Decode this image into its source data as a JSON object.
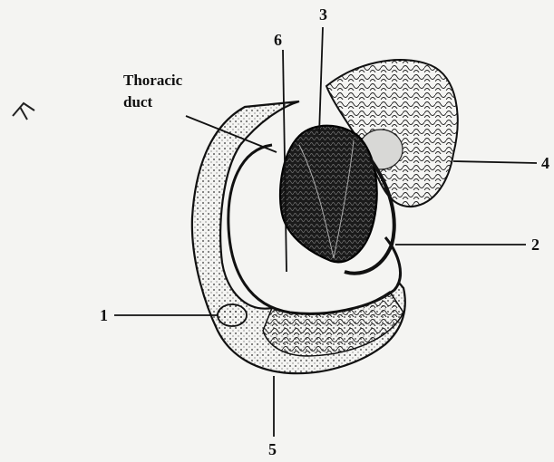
{
  "labels": {
    "l1": "1",
    "l2": "2",
    "l3": "3",
    "l4": "4",
    "l5": "5",
    "l6": "6",
    "duct_line1": "Thoracic",
    "duct_line2": "duct"
  },
  "colors": {
    "ink": "#111111",
    "paper": "#f4f4f2",
    "shade": "#9a9a9a"
  }
}
